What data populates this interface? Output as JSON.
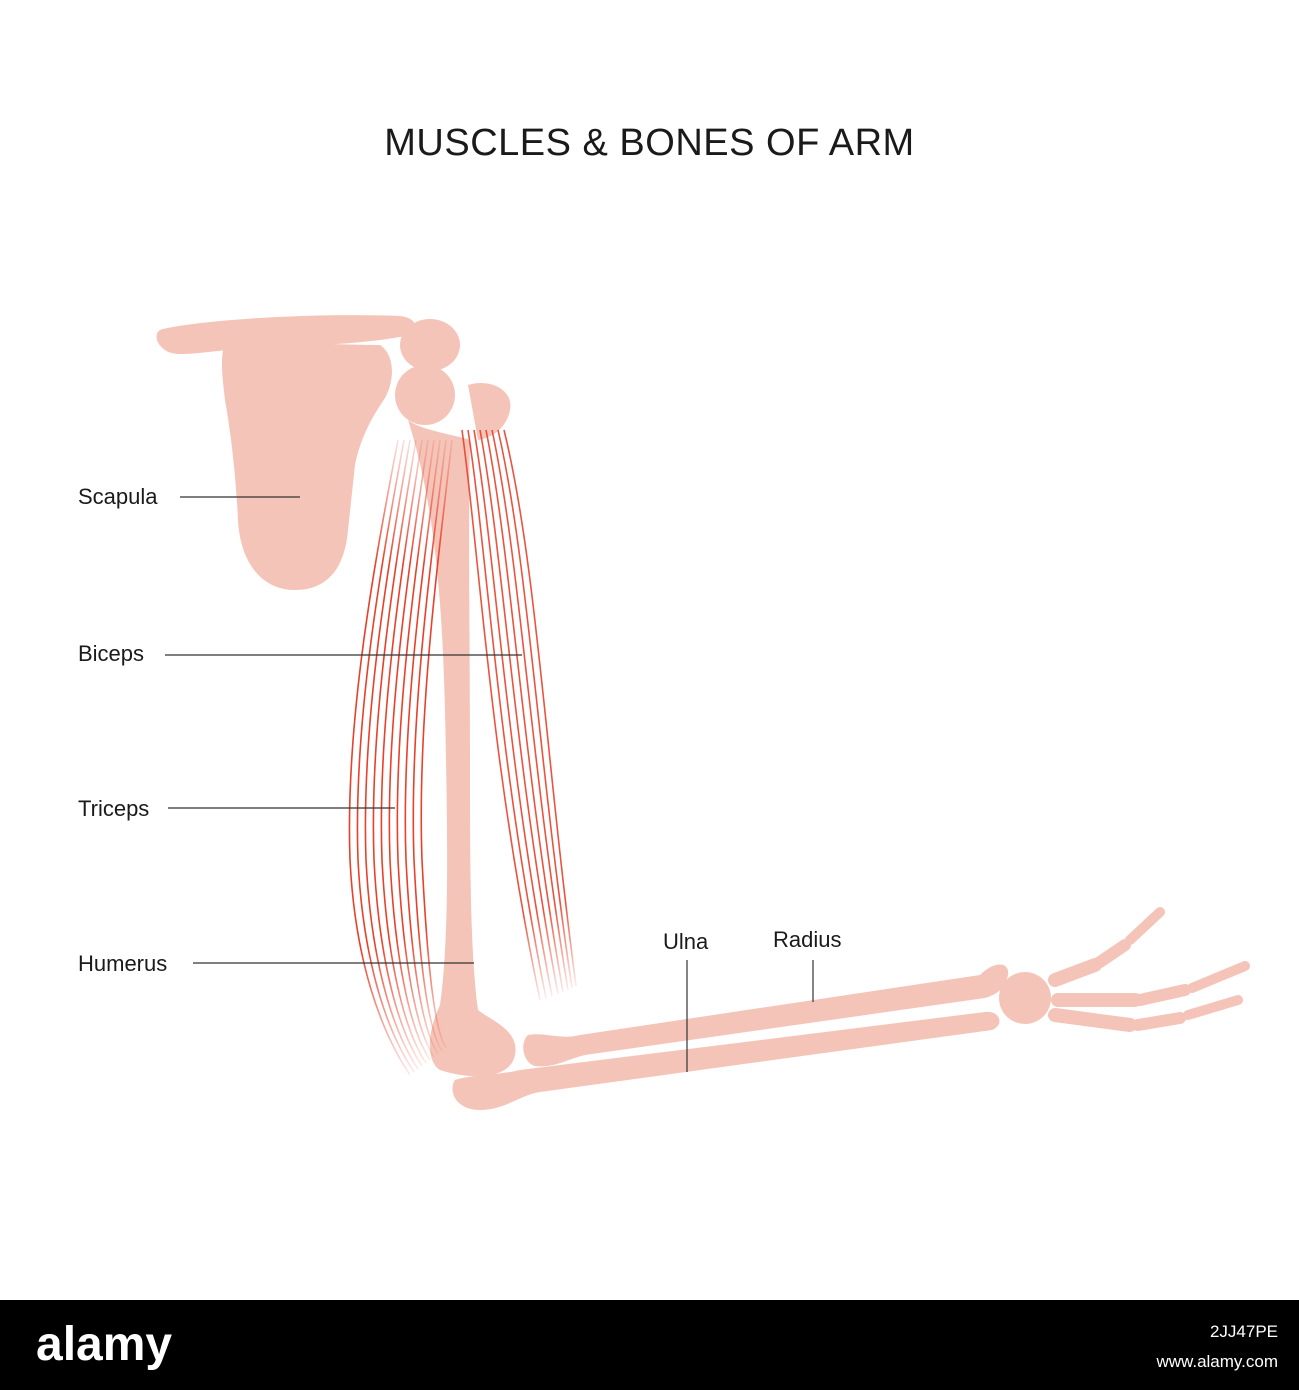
{
  "title": "MUSCLES & BONES OF ARM",
  "labels": {
    "scapula": "Scapula",
    "biceps": "Biceps",
    "triceps": "Triceps",
    "humerus": "Humerus",
    "ulna": "Ulna",
    "radius": "Radius"
  },
  "colors": {
    "bone": "#f5c4b8",
    "muscle_fiber": "#e8402a",
    "background": "#ffffff",
    "footer": "#000000"
  },
  "footer": {
    "brand": "alamy",
    "image_id": "2JJ47PE",
    "url": "www.alamy.com"
  }
}
